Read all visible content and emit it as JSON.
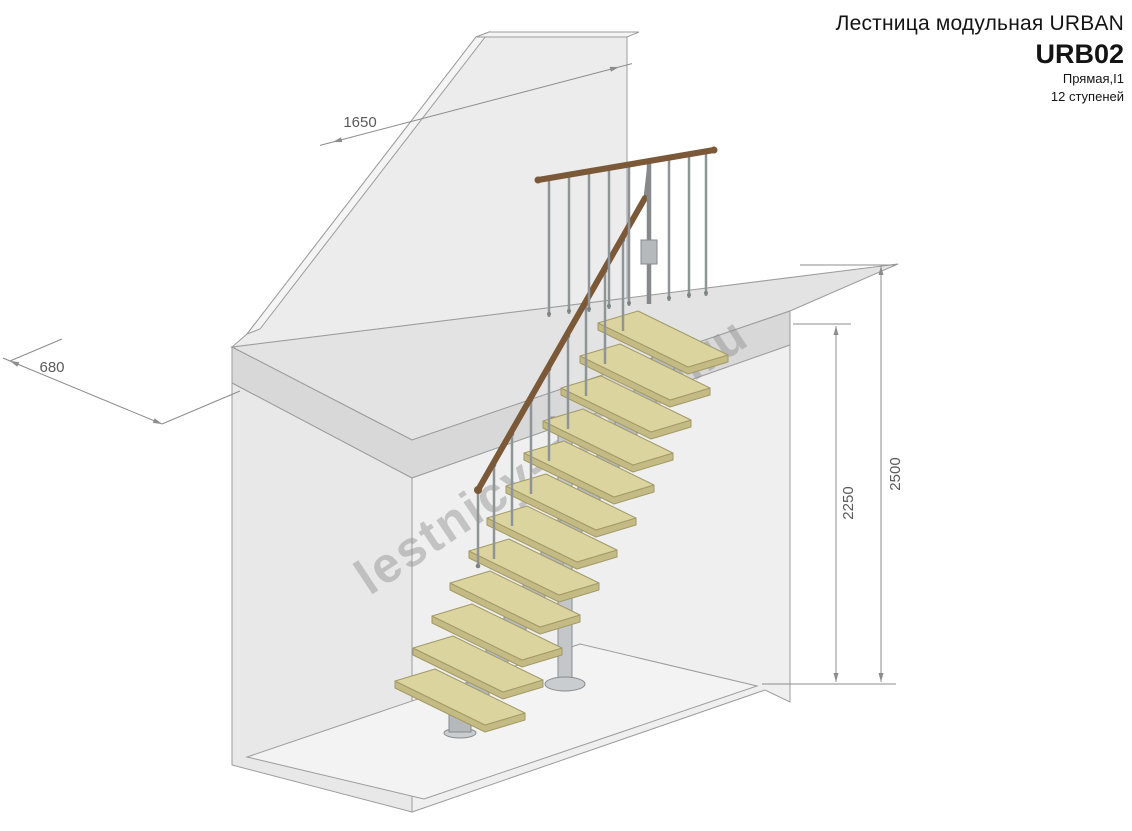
{
  "title_block": {
    "product_line": "Лестница модульная URBAN",
    "model": "URB02",
    "variant": "Прямая,I1",
    "steps_count": "12 ступеней"
  },
  "dimensions": {
    "wall_top": "1650",
    "platform_depth": "680",
    "floor_to_floor": "2500",
    "floor_to_ceiling": "2250"
  },
  "watermark": {
    "text": "lestnicy-prosto.ru"
  },
  "colors": {
    "tread": "#dcd49e",
    "tread_edge": "#a29a68",
    "handrail": "#7a5838",
    "metal": "#b5b9bc",
    "wall": "#ececec",
    "dimension_line": "#8c8c8c"
  }
}
